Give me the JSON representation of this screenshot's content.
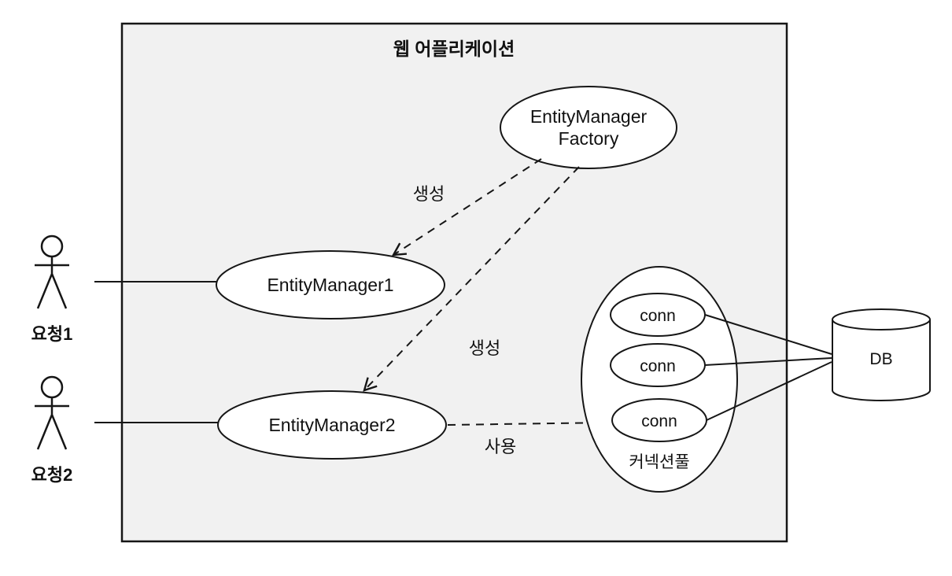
{
  "diagram": {
    "title": "웹 어플리케이션",
    "nodes": {
      "factory_line1": "EntityManager",
      "factory_line2": "Factory",
      "em1": "EntityManager1",
      "em2": "EntityManager2",
      "conn1": "conn",
      "conn2": "conn",
      "conn3": "conn",
      "pool": "커넥션풀",
      "db": "DB"
    },
    "actors": {
      "a1": "요청1",
      "a2": "요청2"
    },
    "edges": {
      "create1": "생성",
      "create2": "생성",
      "use": "사용"
    },
    "colors": {
      "container_fill": "#f1f1f1",
      "stroke": "#161616",
      "node_fill": "#ffffff"
    }
  }
}
